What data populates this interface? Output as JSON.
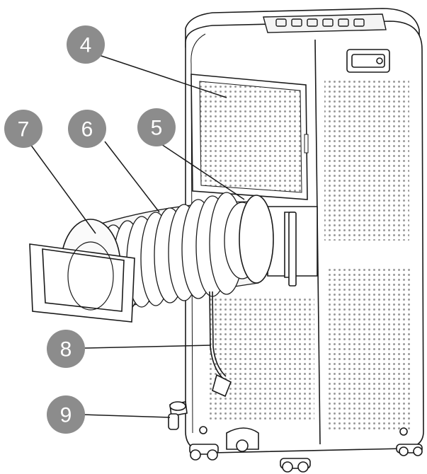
{
  "colors": {
    "line": "#1a1a1a",
    "callout": "#8c8c8c",
    "callout_text": "#ffffff",
    "body": "#ffffff",
    "perforation": "#9a9a9a"
  },
  "callouts": [
    {
      "number": "4",
      "part": "rear-filter-panel"
    },
    {
      "number": "5",
      "part": "hose-connector"
    },
    {
      "number": "6",
      "part": "exhaust-hose"
    },
    {
      "number": "7",
      "part": "window-adapter"
    },
    {
      "number": "8",
      "part": "power-cord"
    },
    {
      "number": "9",
      "part": "drain-outlet"
    }
  ]
}
